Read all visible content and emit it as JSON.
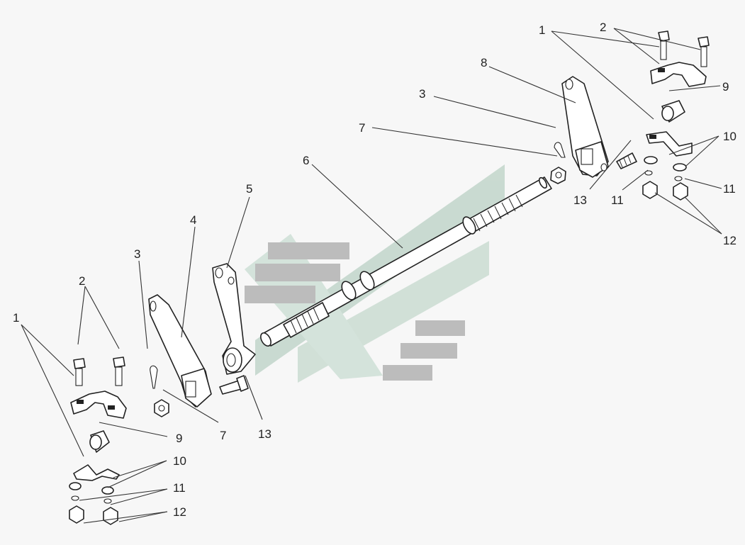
{
  "callouts": [
    {
      "id": "l-1",
      "text": "1"
    },
    {
      "id": "l-2",
      "text": "2"
    },
    {
      "id": "l-3",
      "text": "3"
    },
    {
      "id": "l-4",
      "text": "4"
    },
    {
      "id": "l-5",
      "text": "5"
    },
    {
      "id": "l-6",
      "text": "6"
    },
    {
      "id": "l-7",
      "text": "7"
    },
    {
      "id": "l-8",
      "text": "8"
    },
    {
      "id": "l-9",
      "text": "9"
    },
    {
      "id": "l-10",
      "text": "10"
    },
    {
      "id": "l-11",
      "text": "11"
    },
    {
      "id": "l-12",
      "text": "12"
    },
    {
      "id": "l-13",
      "text": "13"
    }
  ],
  "colors": {
    "background": "#f7f7f7",
    "watermark_gray": "#b9b9b9",
    "watermark_green": "#c7d9cf",
    "line": "#222222"
  }
}
